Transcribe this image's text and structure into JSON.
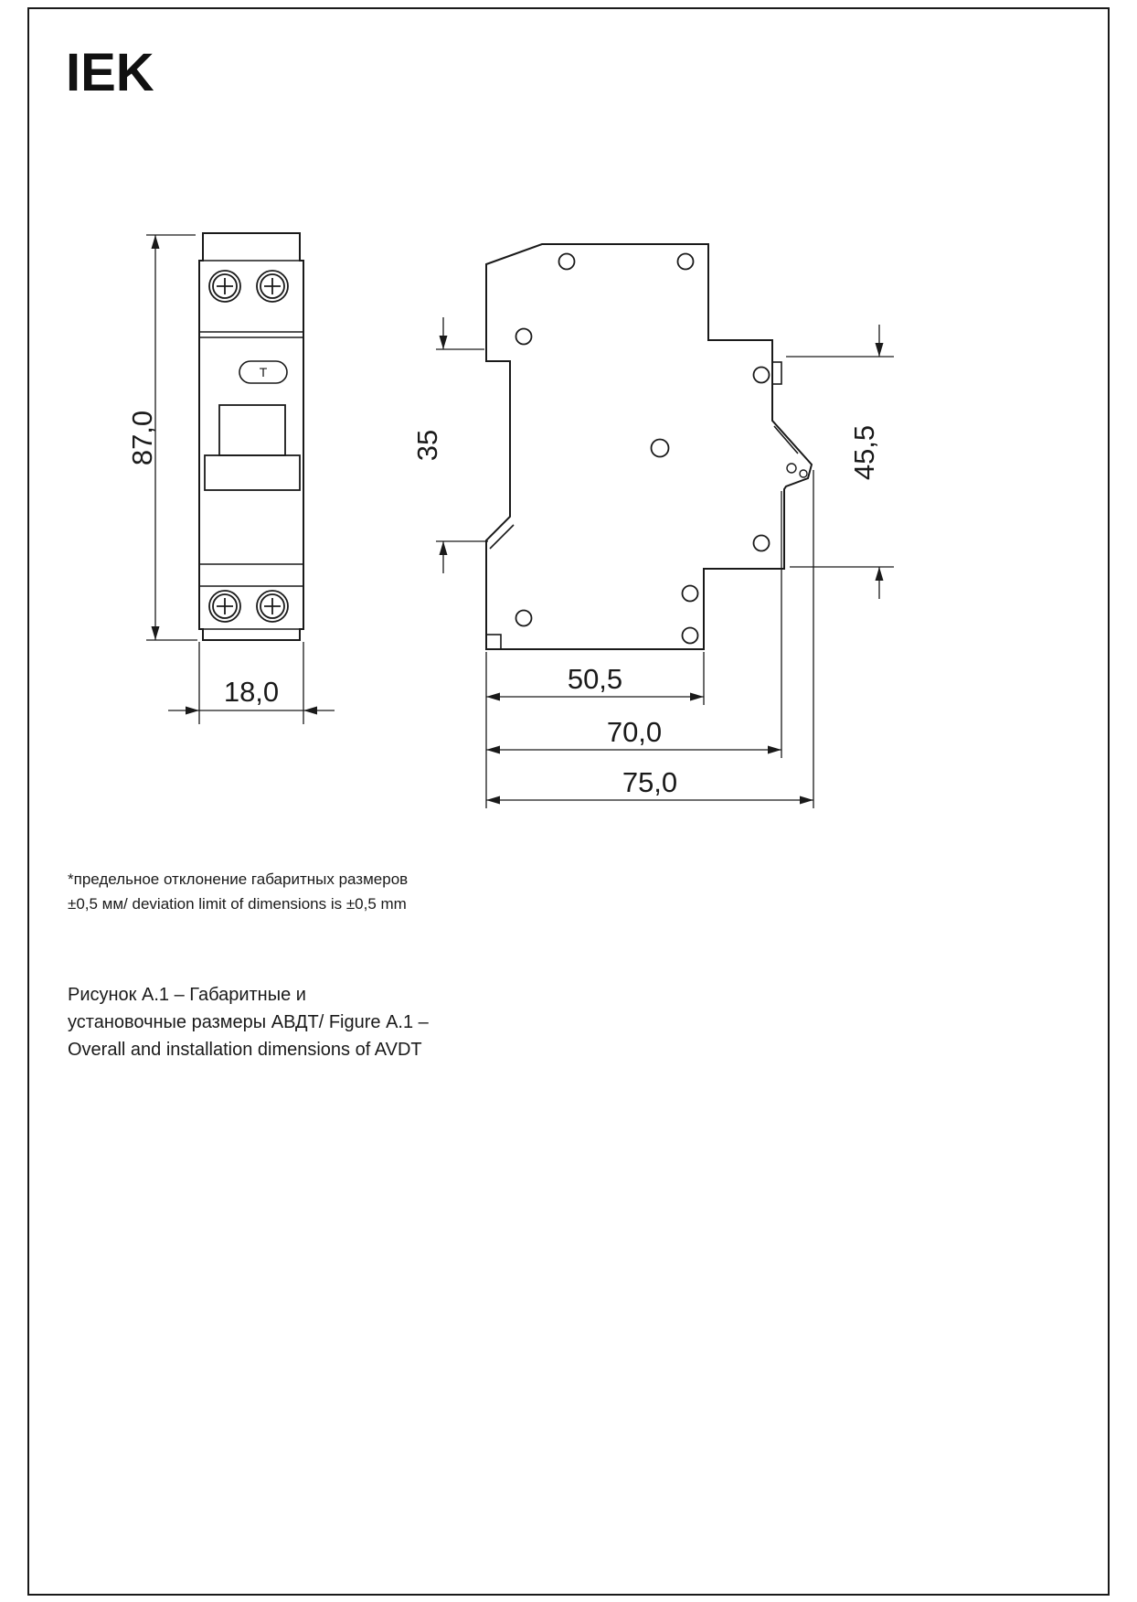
{
  "logo": {
    "text": "IEK"
  },
  "front_view": {
    "height_label": "87,0",
    "width_label": "18,0",
    "test_button_label": "Т"
  },
  "side_view": {
    "rail_width_label": "35",
    "rail_height_label": "45,5",
    "depth_to_step_label": "50,5",
    "depth_to_clip_label": "70,0",
    "overall_depth_label": "75,0"
  },
  "note": {
    "line1": "*предельное отклонение габаритных размеров",
    "line2": "±0,5 мм/ deviation limit of dimensions is ±0,5 mm"
  },
  "caption": {
    "line1": "Рисунок А.1 – Габаритные и",
    "line2": "установочные размеры АВДТ/ Figure А.1 –",
    "line3": "Overall and installation dimensions of AVDT"
  },
  "colors": {
    "ink": "#1a1a1a",
    "background": "#ffffff"
  }
}
